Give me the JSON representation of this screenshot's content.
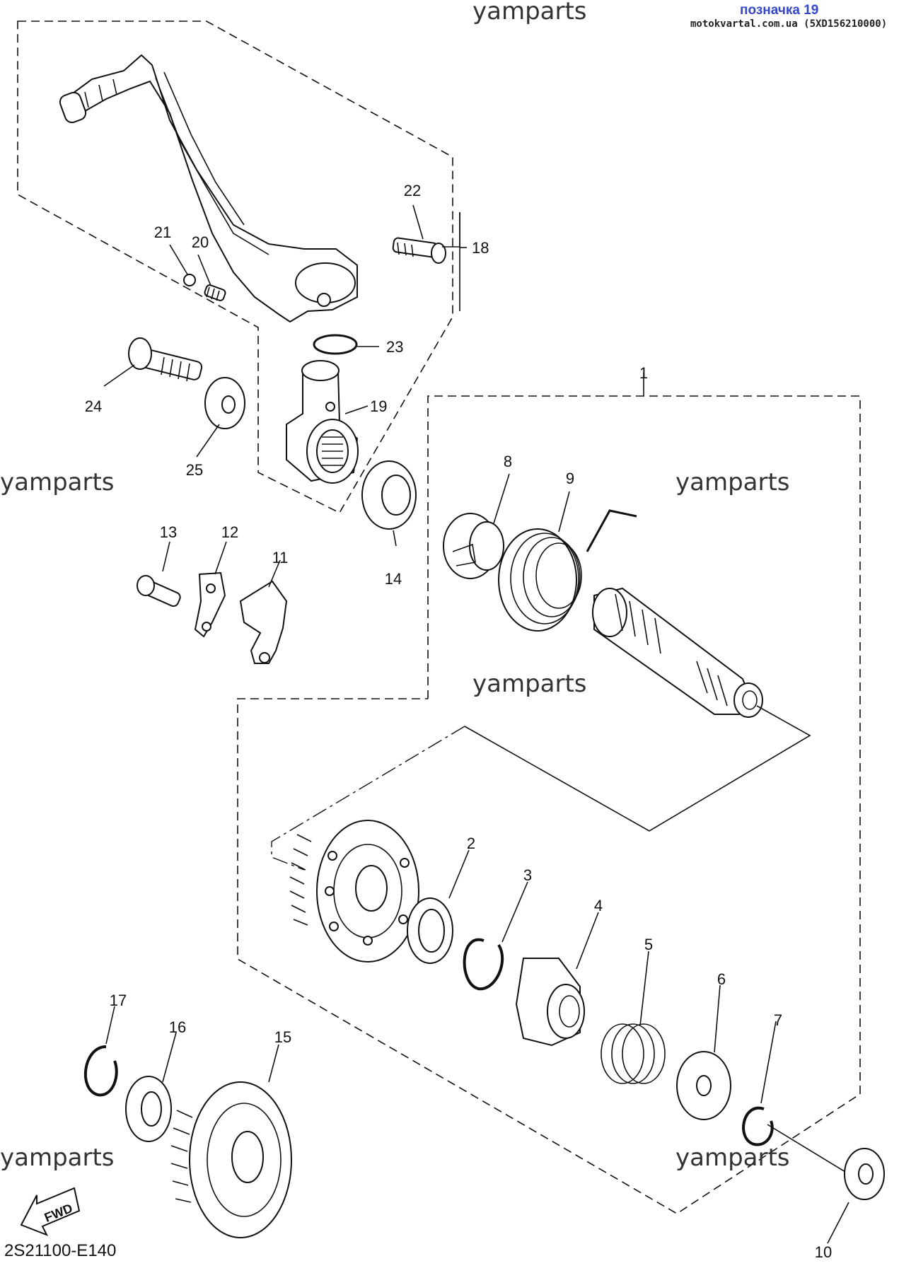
{
  "header": {
    "tag": "позначка 19",
    "source": "motokvartal.com.ua (5XD156210000)"
  },
  "watermark": "yamparts",
  "diagram_code": "2S21100-E140",
  "fwd_label": "FWD",
  "callouts": [
    "1",
    "2",
    "3",
    "4",
    "5",
    "6",
    "7",
    "8",
    "9",
    "10",
    "11",
    "12",
    "13",
    "14",
    "15",
    "16",
    "17",
    "18",
    "19",
    "20",
    "21",
    "22",
    "23",
    "24",
    "25"
  ],
  "colors": {
    "tag": "#3347c8",
    "lines": "#111111"
  }
}
